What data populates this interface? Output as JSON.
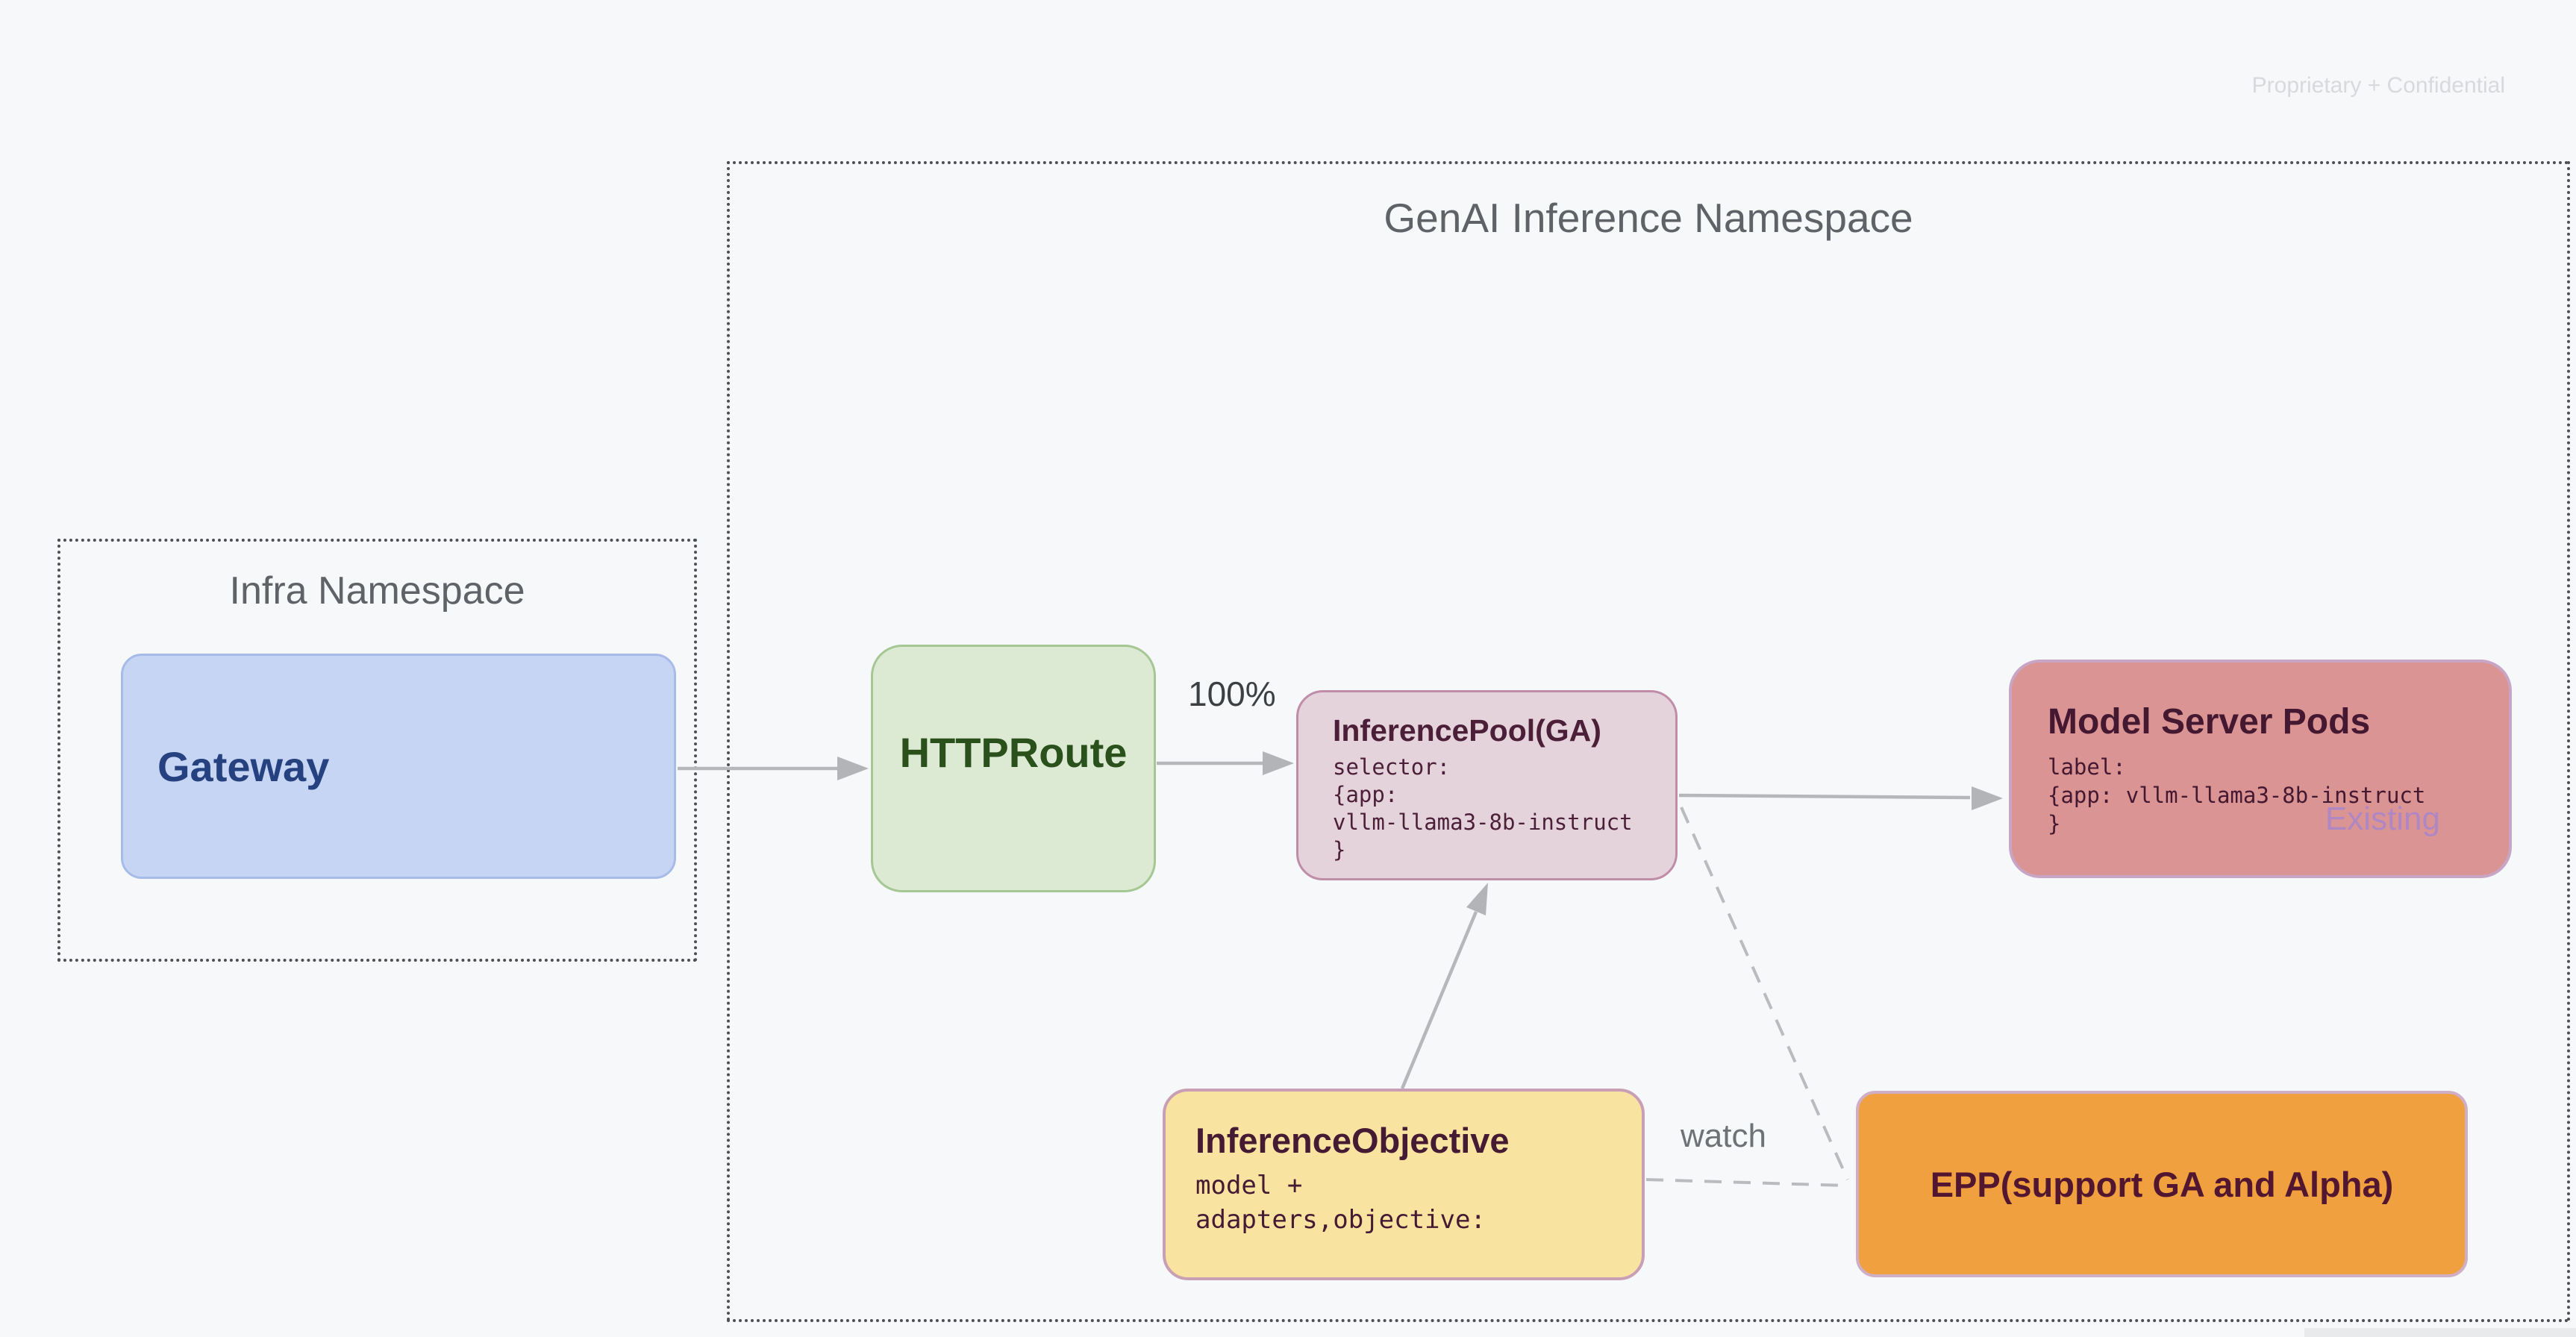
{
  "page": {
    "watermark": "Proprietary + Confidential",
    "background_color": "#f7f8fa",
    "watermark_color": "#d7d9dc"
  },
  "containers": {
    "genai": {
      "label": "GenAI Inference Namespace"
    },
    "infra": {
      "label": "Infra Namespace"
    },
    "label_color": "#5f6368",
    "dotted_border_color": "#4c5054"
  },
  "nodes": {
    "gateway": {
      "label": "Gateway",
      "fill": "#c6d5f4",
      "border": "#a7bbe9",
      "text_color": "#25417f"
    },
    "httproute": {
      "label": "HTTPRoute",
      "fill": "#dcead3",
      "border": "#a5c793",
      "text_color": "#2a501b"
    },
    "inference_pool": {
      "title": "InferencePool(GA)",
      "code": "selector:\n{app:\nvllm-llama3-8b-instruct\n}",
      "fill": "#e5d3dc",
      "border": "#bf8da7",
      "text_color": "#4b1f38"
    },
    "model_server_pods": {
      "title": "Model Server Pods",
      "code": "label:\n{app: vllm-llama3-8b-instruct\n}",
      "tag": "Existing",
      "tag_color": "#ae87c3",
      "fill": "#db9494",
      "border": "#c8a5c4",
      "text_color": "#431830"
    },
    "inference_objective": {
      "title": "InferenceObjective",
      "code": "model +\nadapters,objective:",
      "fill": "#f9e3a1",
      "border": "#c99fb5",
      "text_color": "#451a33"
    },
    "epp": {
      "label": "EPP(support GA and Alpha)",
      "fill": "#f0a03f",
      "border": "#cfafc6",
      "text_color": "#521630"
    }
  },
  "edges": {
    "httproute_to_pool_label": "100%",
    "objective_to_epp_label": "watch",
    "weight_label_color": "#3c4043",
    "watch_label_color": "#6e7276",
    "line_color": "#b5b7ba"
  }
}
